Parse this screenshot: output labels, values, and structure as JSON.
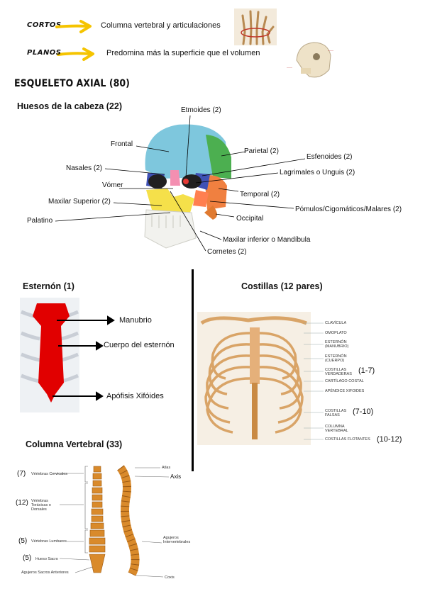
{
  "intro": {
    "cortos_label": "CORTOS",
    "cortos_text": "Columna vertebral y articulaciones",
    "planos_label": "PLANOS",
    "planos_text": "Predomina más la superficie que el volumen"
  },
  "axial_title": "ESQUELETO AXIAL (80)",
  "skull": {
    "heading": "Huesos de la cabeza (22)",
    "labels": {
      "etmoides": "Etmoides (2)",
      "frontal": "Frontal",
      "parietal": "Parietal (2)",
      "esfenoides": "Esfenoides (2)",
      "nasales": "Nasales (2)",
      "lagrimales": "Lagrimales o Unguis (2)",
      "vomer": "Vómer",
      "temporal": "Temporal (2)",
      "maxilar_superior": "Maxilar Superior (2)",
      "pomulos": "Pómulos/Cigomáticos/Malares (2)",
      "palatino": "Palatino",
      "occipital": "Occipital",
      "maxilar_inferior": "Maxilar inferior o Mandíbula",
      "cornetes": "Cornetes (2)"
    }
  },
  "sternum": {
    "heading": "Esternón (1)",
    "manubrio": "Manubrio",
    "cuerpo": "Cuerpo del esternón",
    "xifoides": "Apófisis Xifóides"
  },
  "ribs": {
    "heading": "Costillas (12 pares)",
    "labels": [
      "CLAVÍCULA",
      "OMOPLATO",
      "ESTERNÓN (MANUBRIO)",
      "ESTERNÓN (CUERPO)",
      "COSTILLAS VERDADERAS",
      "CARTÍLAGO COSTAL",
      "APÉNDICE XIFOIDES",
      "COSTILLAS FALSAS",
      "COLUMNA VERTEBRAL",
      "COSTILLAS FLOTANTES"
    ],
    "count_true": "(1-7)",
    "count_false": "(7-10)",
    "count_floating": "(10-12)"
  },
  "spine": {
    "heading": "Columna Vertebral (33)",
    "n_cervical": "(7)",
    "cervical": "Vértebras Cervicales",
    "n_thoracic": "(12)",
    "thoracic": "Vértebras Torácicas o Dorsales",
    "n_lumbar": "(5)",
    "lumbar": "Vértebras Lumbares",
    "n_sacral": "(5)",
    "sacro": "Hueso Sacro",
    "agujeros_sacros": "Agujeros Sacros Anteriores",
    "atlas": "Atlas",
    "axis": "Axis",
    "agujeros_inter": "Agujeros Intervertebrales",
    "coxis": "Coxis"
  },
  "colors": {
    "arrow_yellow": "#f5c400",
    "sternum_red": "#e10000",
    "bone": "#d98a2b"
  }
}
